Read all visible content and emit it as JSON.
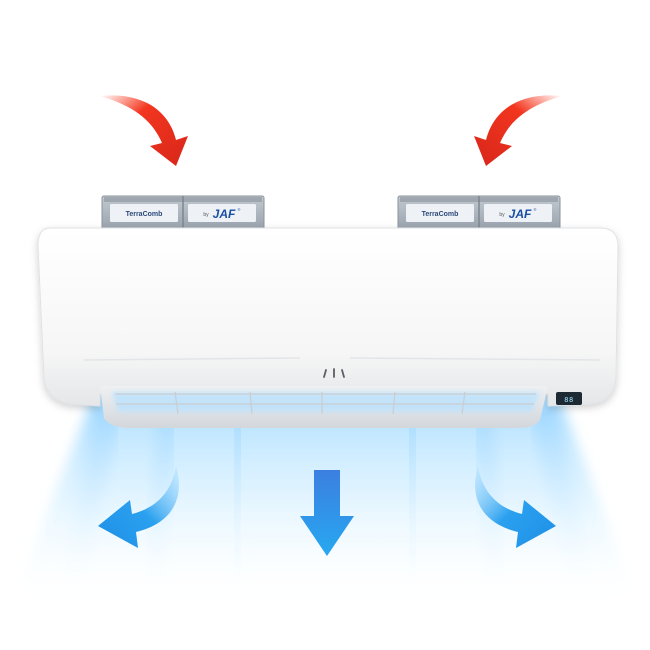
{
  "filters": {
    "left": {
      "brand": "TerraComb",
      "by": "by",
      "maker": "JAF",
      "trademark": "®"
    },
    "right": {
      "brand": "TerraComb",
      "by": "by",
      "maker": "JAF",
      "trademark": "®"
    }
  },
  "display": {
    "readout": "88"
  },
  "colors": {
    "intake_arrow": "#e8321f",
    "outflow_arrow": "#1e8fe6",
    "airflow_haze": "#bfe6ff",
    "unit_body": "#f7f7f7",
    "filter_box": "#aeb7c0",
    "jaf_logo": "#1a4fa3"
  },
  "icons": {
    "intake_left": "curved-arrow-down-right-icon",
    "intake_right": "curved-arrow-down-left-icon",
    "outflow_left": "curved-arrow-left-icon",
    "outflow_center": "arrow-down-icon",
    "outflow_right": "curved-arrow-right-icon"
  }
}
